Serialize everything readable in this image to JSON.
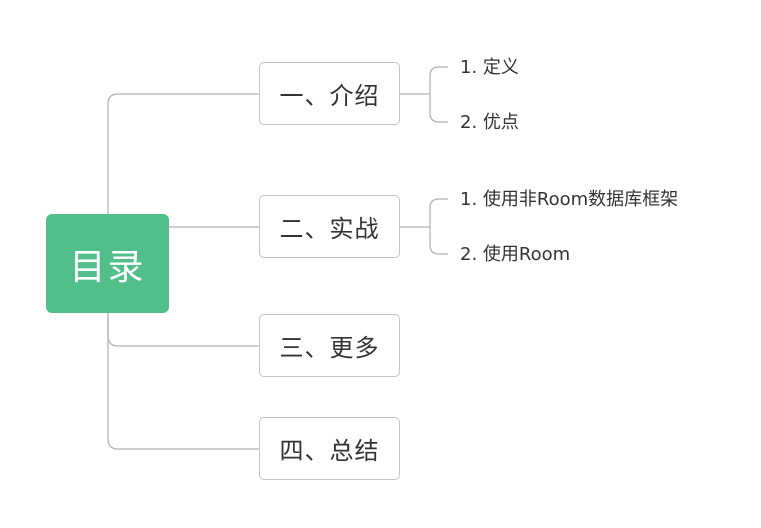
{
  "root": {
    "label": "目录"
  },
  "topics": [
    {
      "label": "一、介绍",
      "subtopics": [
        {
          "label": "1. 定义"
        },
        {
          "label": "2. 优点"
        }
      ]
    },
    {
      "label": "二、实战",
      "subtopics": [
        {
          "label": "1. 使用非Room数据库框架"
        },
        {
          "label": "2. 使用Room"
        }
      ]
    },
    {
      "label": "三、更多",
      "subtopics": []
    },
    {
      "label": "四、总结",
      "subtopics": []
    }
  ],
  "colors": {
    "root_fill": "#52bf8a",
    "connector": "#b3b3b3",
    "topic_border": "#c4c4c4",
    "text": "#333333"
  }
}
